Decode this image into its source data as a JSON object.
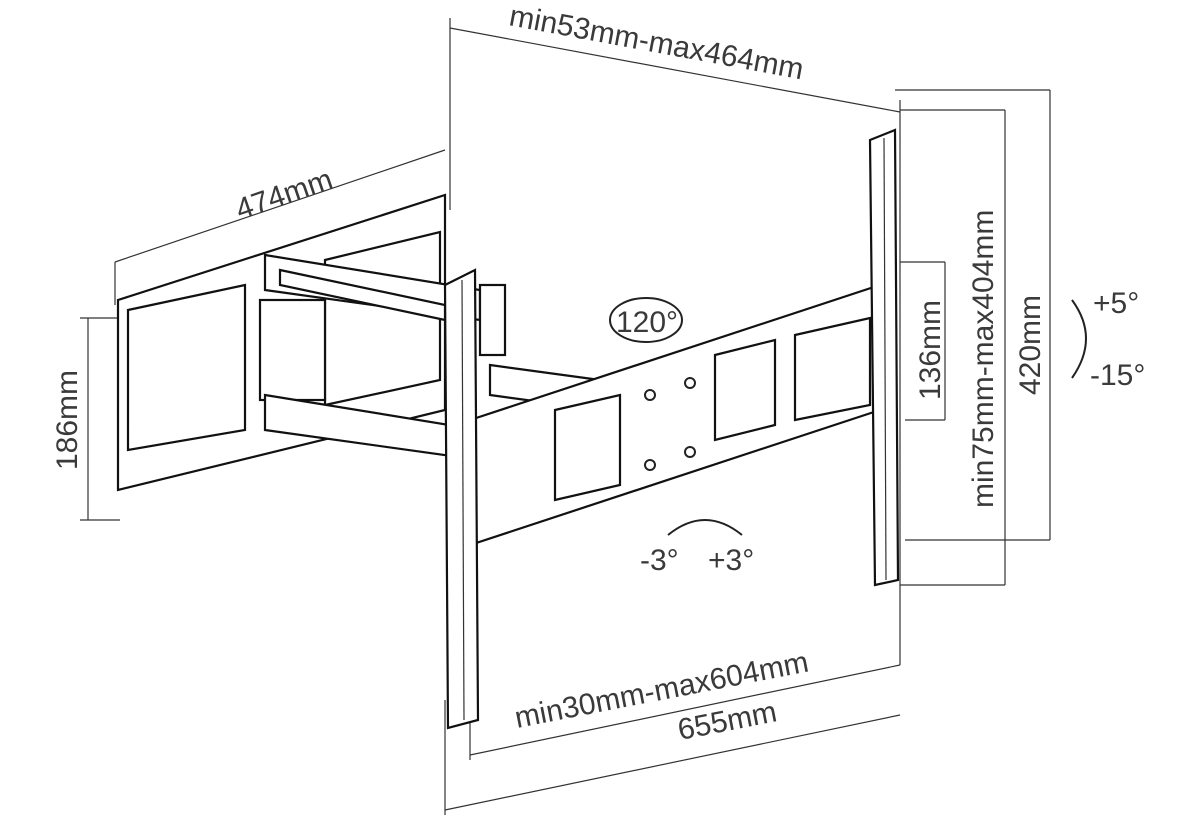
{
  "dimensions": {
    "arm_extension": "min53mm-max464mm",
    "wall_plate_width": "474mm",
    "wall_plate_height": "186mm",
    "swivel": "120°",
    "center_plate_height": "136mm",
    "vesa_vertical": "min75mm-max404mm",
    "rail_height": "420mm",
    "tilt_up": "+5°",
    "tilt_down": "-15°",
    "rotate_left": "-3°",
    "rotate_right": "+3°",
    "vesa_horizontal": "min30mm-max604mm",
    "bracket_width": "655mm"
  }
}
